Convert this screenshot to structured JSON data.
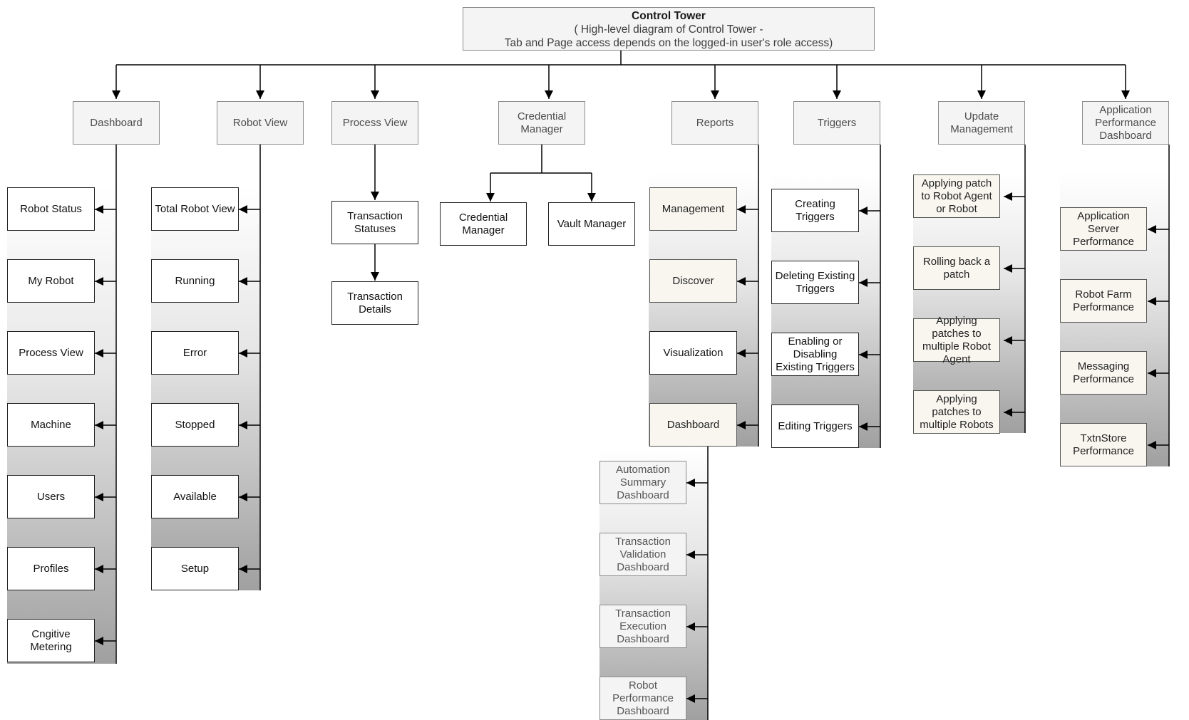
{
  "root": {
    "title": "Control Tower",
    "subtitle_line1": "( High-level diagram of Control Tower -",
    "subtitle_line2": "Tab and Page access depends on the logged-in user's role access)"
  },
  "tabs": {
    "dashboard": "Dashboard",
    "robot_view": "Robot View",
    "process_view": "Process View",
    "credential_manager": "Credential Manager",
    "reports": "Reports",
    "triggers": "Triggers",
    "update_management": "Update Management",
    "app_perf_dashboard": "Application Performance Dashboard"
  },
  "dashboard_items": [
    "Robot Status",
    "My Robot",
    "Process View",
    "Machine",
    "Users",
    "Profiles",
    "Cngitive Metering"
  ],
  "robot_view_items": [
    "Total Robot View",
    "Running",
    "Error",
    "Stopped",
    "Available",
    "Setup"
  ],
  "process_view_items": [
    "Transaction Statuses",
    "Transaction Details"
  ],
  "credential_items": [
    "Credential Manager",
    "Vault Manager"
  ],
  "reports_items": [
    "Management",
    "Discover",
    "Visualization",
    "Dashboard"
  ],
  "reports_dashboard_items": [
    "Automation Summary Dashboard",
    "Transaction Validation Dashboard",
    "Transaction Execution Dashboard",
    "Robot Performance Dashboard"
  ],
  "triggers_items": [
    "Creating Triggers",
    "Deleting  Existing Triggers",
    "Enabling or Disabling Existing Triggers",
    "Editing Triggers"
  ],
  "update_items": [
    "Applying patch to Robot Agent or Robot",
    "Rolling back a patch",
    "Applying patches to multiple Robot Agent",
    "Applying patches to multiple Robots"
  ],
  "app_perf_items": [
    "Application Server Performance",
    "Robot Farm Performance",
    "Messaging Performance",
    "TxtnStore Performance"
  ]
}
